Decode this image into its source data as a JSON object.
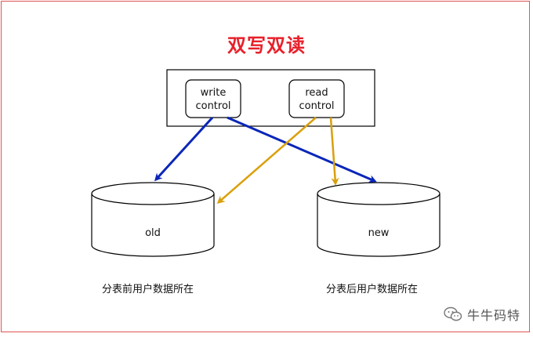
{
  "title": "双写双读",
  "nodes": {
    "write_control": [
      "write",
      "control"
    ],
    "read_control": [
      "read",
      "control"
    ],
    "db_old": "old",
    "db_new": "new"
  },
  "captions": {
    "left": "分表前用户数据所在",
    "right": "分表后用户数据所在"
  },
  "watermark": {
    "text": "牛牛码特",
    "icon": "wechat-icon"
  },
  "colors": {
    "title": "#e8202a",
    "write_arrow": "#0a26b8",
    "read_arrow": "#d9a00c",
    "frame_border": "#e05555"
  }
}
